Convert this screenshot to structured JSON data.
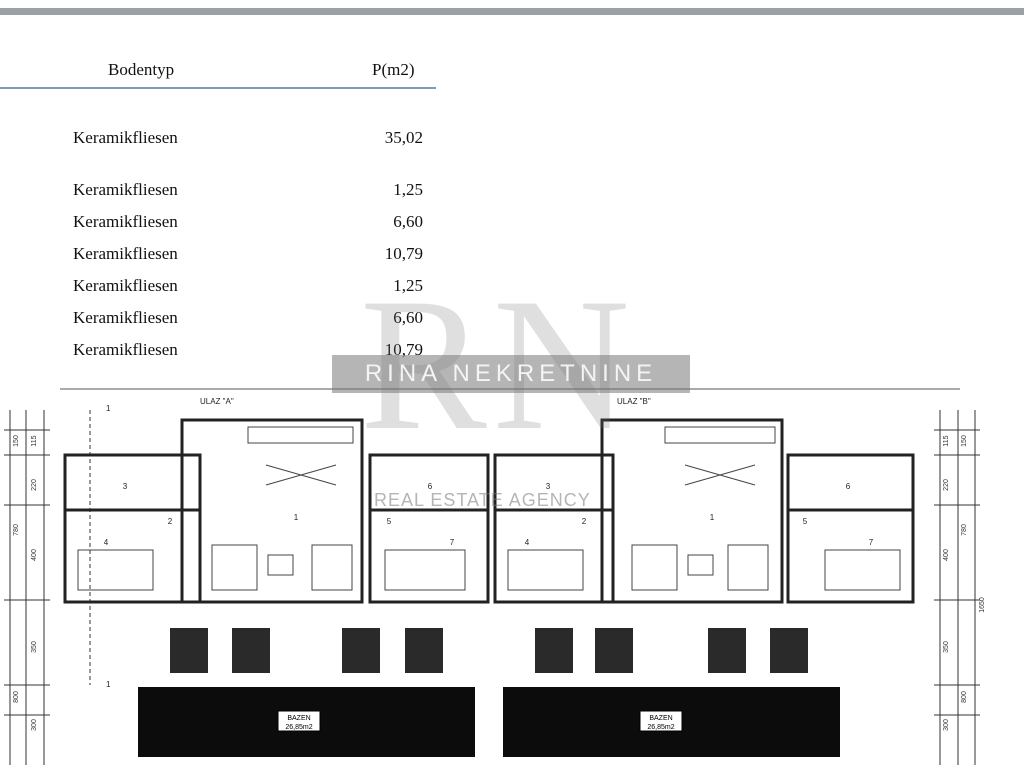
{
  "table": {
    "header": {
      "type": "Bodentyp",
      "area": "P(m2)"
    },
    "rows": [
      {
        "type": "Keramikfliesen",
        "area": "35,02"
      },
      {
        "type": "Keramikfliesen",
        "area": "1,25"
      },
      {
        "type": "Keramikfliesen",
        "area": "6,60"
      },
      {
        "type": "Keramikfliesen",
        "area": "10,79"
      },
      {
        "type": "Keramikfliesen",
        "area": "1,25"
      },
      {
        "type": "Keramikfliesen",
        "area": "6,60"
      },
      {
        "type": "Keramikfliesen",
        "area": "10,79"
      }
    ]
  },
  "watermark": {
    "letters": "RN",
    "name": "RINA NEKRETNINE",
    "tagline": "REAL ESTATE AGENCY"
  },
  "plan": {
    "entrance_a": "ULAZ \"A\"",
    "entrance_b": "ULAZ \"B\"",
    "pool_label": "BAZEN",
    "pool_area": "26,85m2",
    "section_marker": "1",
    "room_numbers": [
      "1",
      "2",
      "3",
      "4",
      "5",
      "6",
      "7"
    ],
    "dimensions_left": [
      "150",
      "115",
      "220",
      "780",
      "400",
      "350",
      "800",
      "300"
    ],
    "dimensions_right": [
      "150",
      "115",
      "220",
      "780",
      "400",
      "1650",
      "350",
      "800",
      "300"
    ]
  }
}
